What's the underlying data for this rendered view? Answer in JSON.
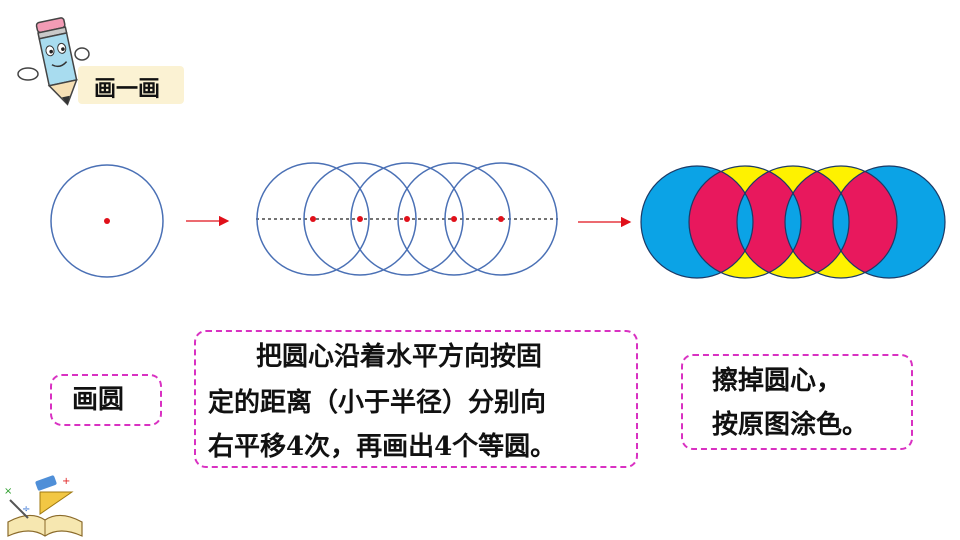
{
  "header": {
    "title": "画一画"
  },
  "steps": {
    "step1_label": "画圆",
    "step2_line1": "把圆心沿着水平方向按固",
    "step2_line2": "定的距离（小于半径）分别向",
    "step2_line3": "右平移4次，再画出4个等圆。",
    "step3_line1": "擦掉圆心，",
    "step3_line2": "按原图涂色。"
  },
  "colors": {
    "circle_stroke": "#4a70b5",
    "center_dot": "#e0101a",
    "arrow": "#e0101a",
    "blue_fill": "#0ba3e6",
    "yellow_fill": "#fef200",
    "magenta_fill": "#e8185d",
    "dashed_border": "#d931c2",
    "header_bg": "#fbf2d3"
  },
  "icons": [
    "pencil-mascot-icon",
    "math-tools-icon"
  ]
}
